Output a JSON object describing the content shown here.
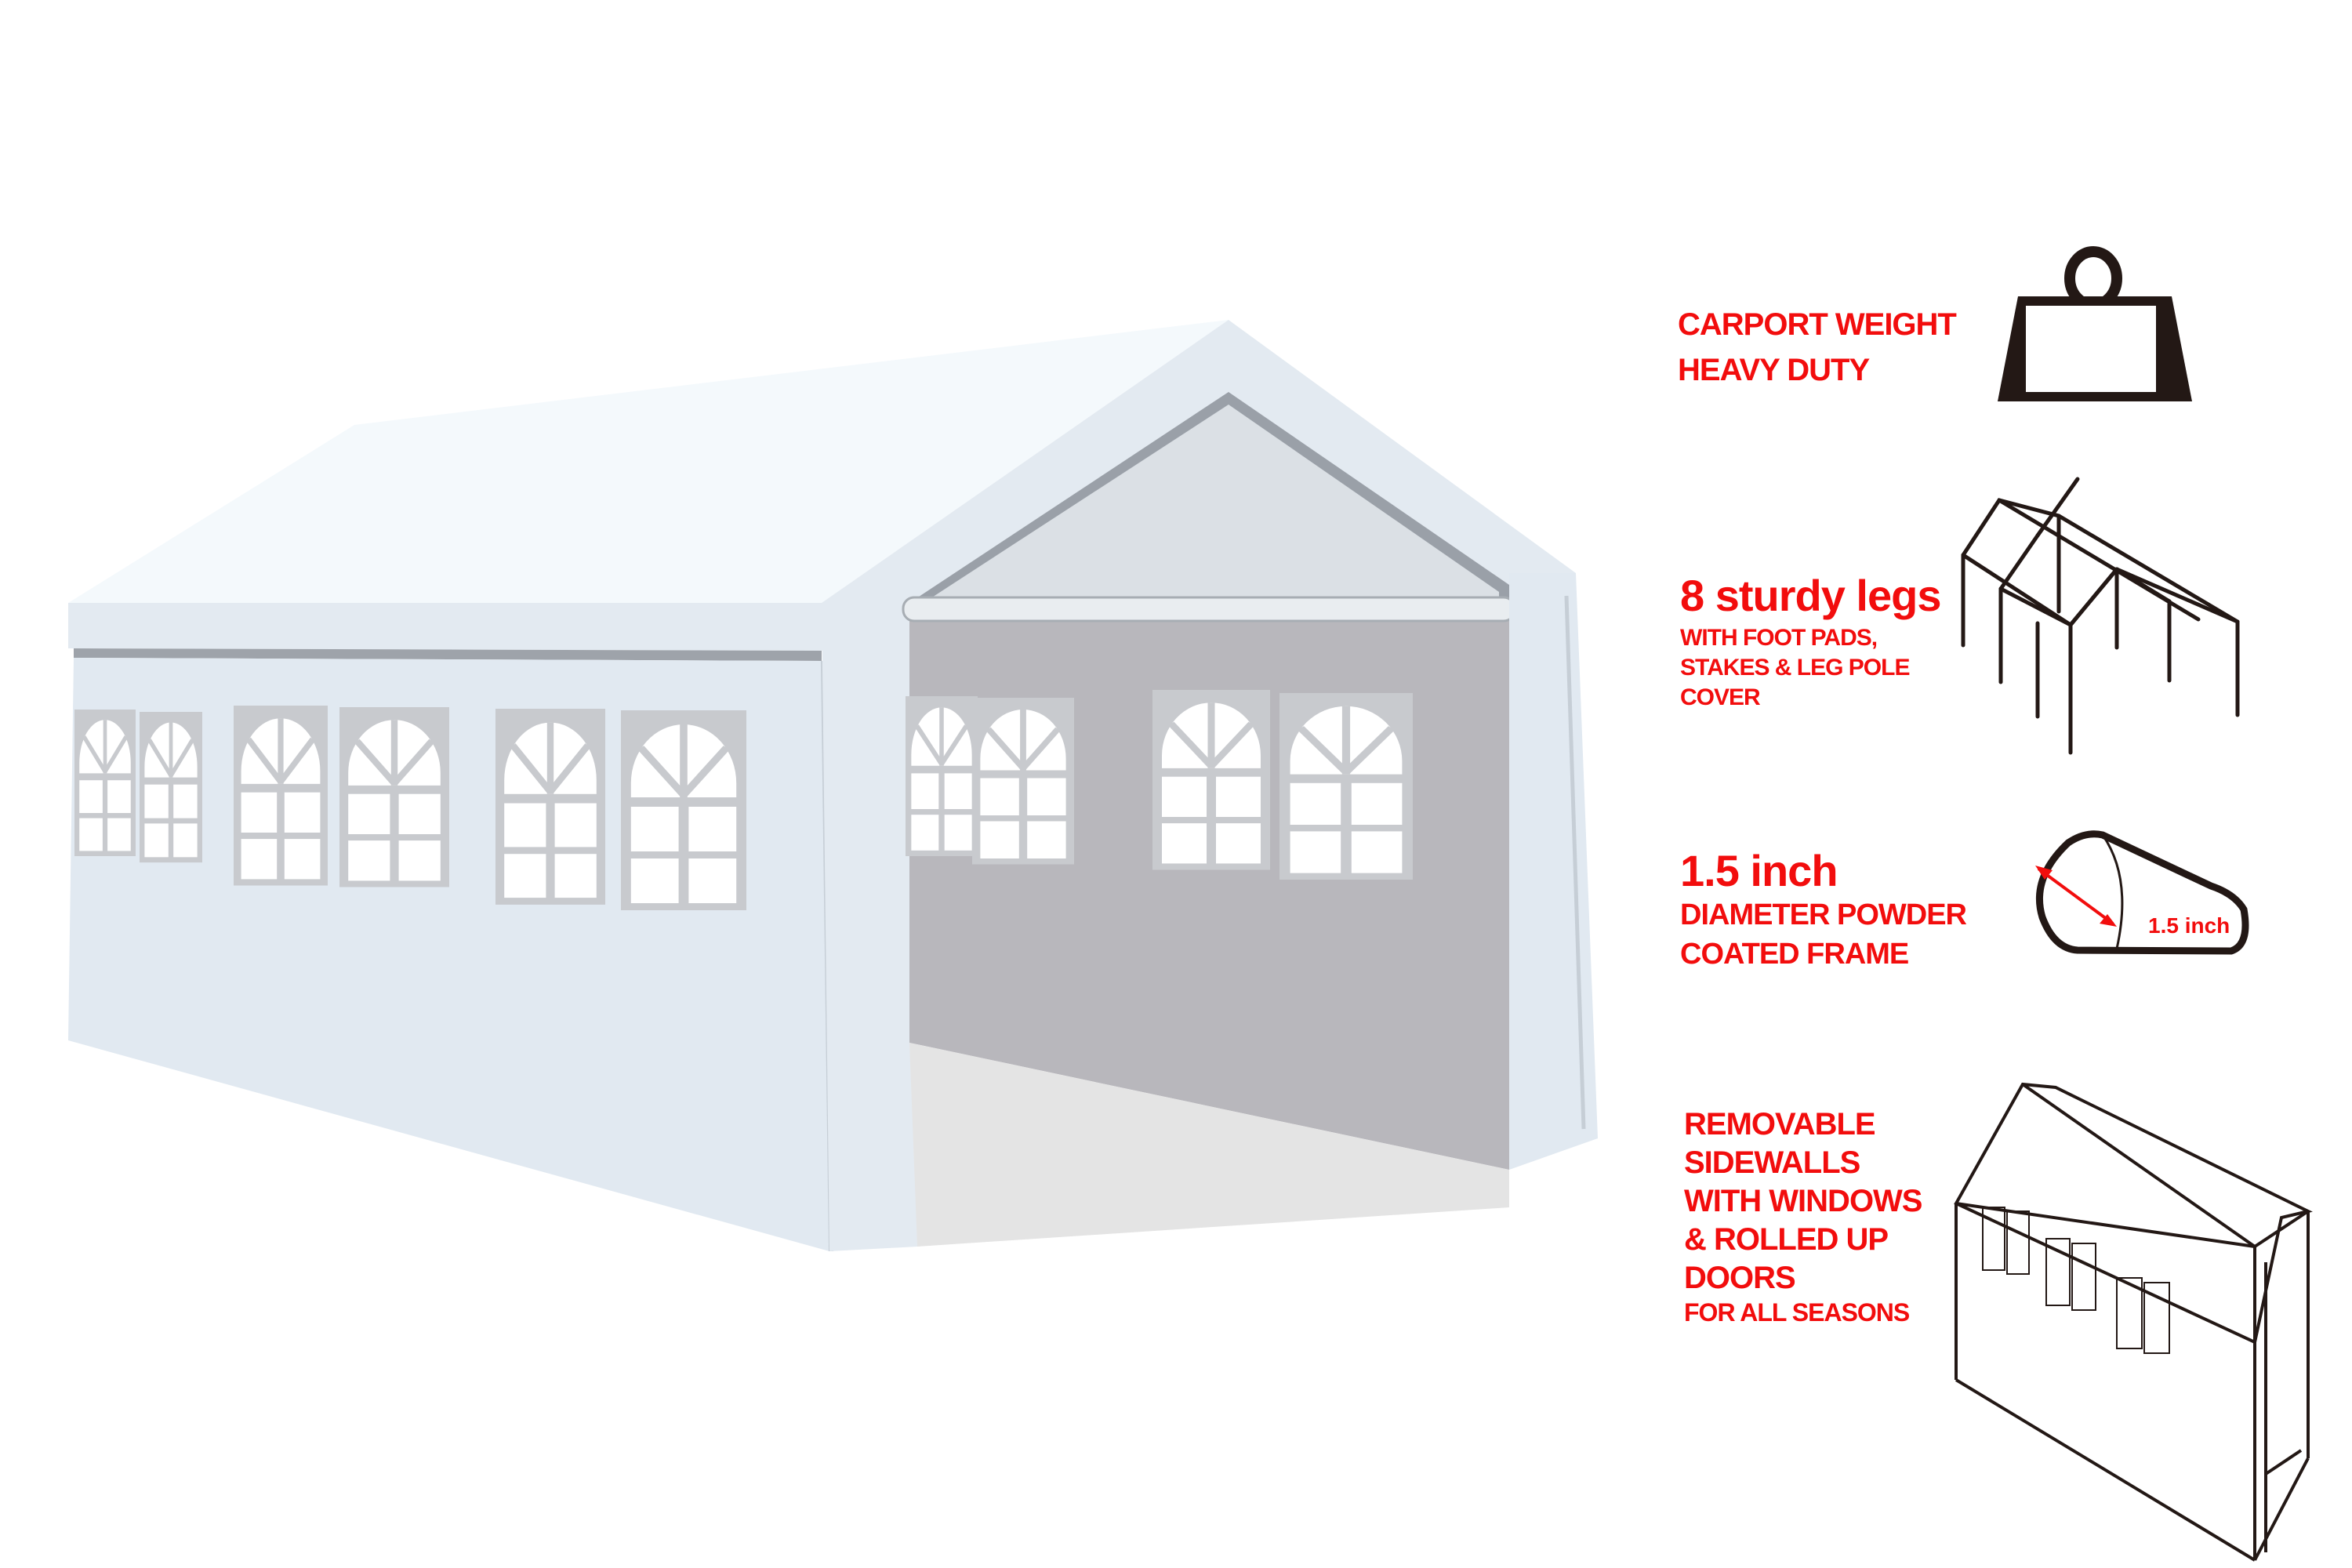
{
  "product": {
    "subject": "White carport / party tent with removable sidewalls",
    "colors": {
      "feature_text": "#f20d0d",
      "tent_wall": "#e1e9f1",
      "tent_roof": "#f4f9fc",
      "interior_back_wall": "#b8b7bc",
      "interior_floor": "#e4e4e4",
      "window_frame": "#c8cace",
      "gable_trim": "#9aa0a8",
      "icon_stroke": "#231815"
    }
  },
  "features": [
    {
      "id": "weight",
      "icon": "weight-icon",
      "lines": [
        "CARPORT WEIGHT",
        "HEAVY DUTY"
      ]
    },
    {
      "id": "legs",
      "icon": "frame-legs-icon",
      "headline": "8 sturdy legs",
      "lines": [
        "WITH FOOT PADS,",
        "STAKES & LEG POLE",
        "COVER"
      ]
    },
    {
      "id": "frame",
      "icon": "tube-diameter-icon",
      "headline": "1.5 inch",
      "lines": [
        "DIAMETER POWDER",
        "COATED FRAME"
      ],
      "icon_label": "1.5 inch"
    },
    {
      "id": "sidewalls",
      "icon": "tent-outline-icon",
      "lines": [
        "REMOVABLE",
        "SIDEWALLS",
        "WITH WINDOWS",
        "& ROLLED UP",
        "DOORS"
      ],
      "subline": "FOR ALL SEASONS"
    }
  ]
}
